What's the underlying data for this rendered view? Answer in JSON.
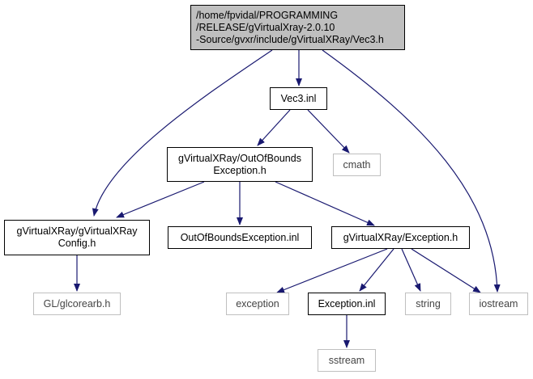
{
  "colors": {
    "edge": "#191970",
    "node_border": "#000000",
    "external_border": "#bfbfbf",
    "root_fill": "#bfbfbf",
    "background": "#ffffff"
  },
  "nodes": {
    "root": {
      "line1": "/home/fpvidal/PROGRAMMING",
      "line2": "/RELEASE/gVirtualXray-2.0.10",
      "line3": "-Source/gvxr/include/gVirtualXRay/Vec3.h"
    },
    "vec3_inl": {
      "line1": "Vec3.inl"
    },
    "out_of_bounds_h": {
      "line1": "gVirtualXRay/OutOfBounds",
      "line2": "Exception.h"
    },
    "cmath": {
      "line1": "cmath"
    },
    "config_h": {
      "line1": "gVirtualXRay/gVirtualXRay",
      "line2": "Config.h"
    },
    "out_of_bounds_inl": {
      "line1": "OutOfBoundsException.inl"
    },
    "exception_h": {
      "line1": "gVirtualXRay/Exception.h"
    },
    "glcorearb": {
      "line1": "GL/glcorearb.h"
    },
    "exception": {
      "line1": "exception"
    },
    "exception_inl": {
      "line1": "Exception.inl"
    },
    "string": {
      "line1": "string"
    },
    "iostream": {
      "line1": "iostream"
    },
    "sstream": {
      "line1": "sstream"
    }
  }
}
